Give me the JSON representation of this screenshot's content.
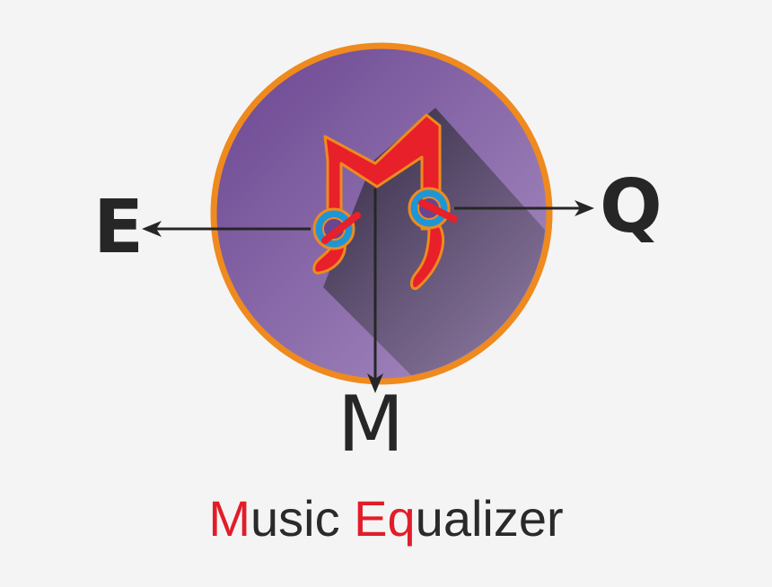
{
  "logo": {
    "letters": {
      "left": "E",
      "right": "Q",
      "bottom": "M"
    },
    "title_parts": [
      "M",
      "usic ",
      "Eq",
      "ualizer"
    ]
  },
  "colors": {
    "background": "#f4f4f4",
    "circle_fill_top": "#6e4a93",
    "circle_fill_bottom": "#a88cc0",
    "circle_ring": "#ef8a1e",
    "note_red": "#e8202a",
    "knob_blue": "#1e96d6",
    "text_dark": "#262626",
    "accent_red": "#e11d2a"
  },
  "icons": [
    "music-note-icon",
    "knob-icon",
    "arrow-icon"
  ]
}
